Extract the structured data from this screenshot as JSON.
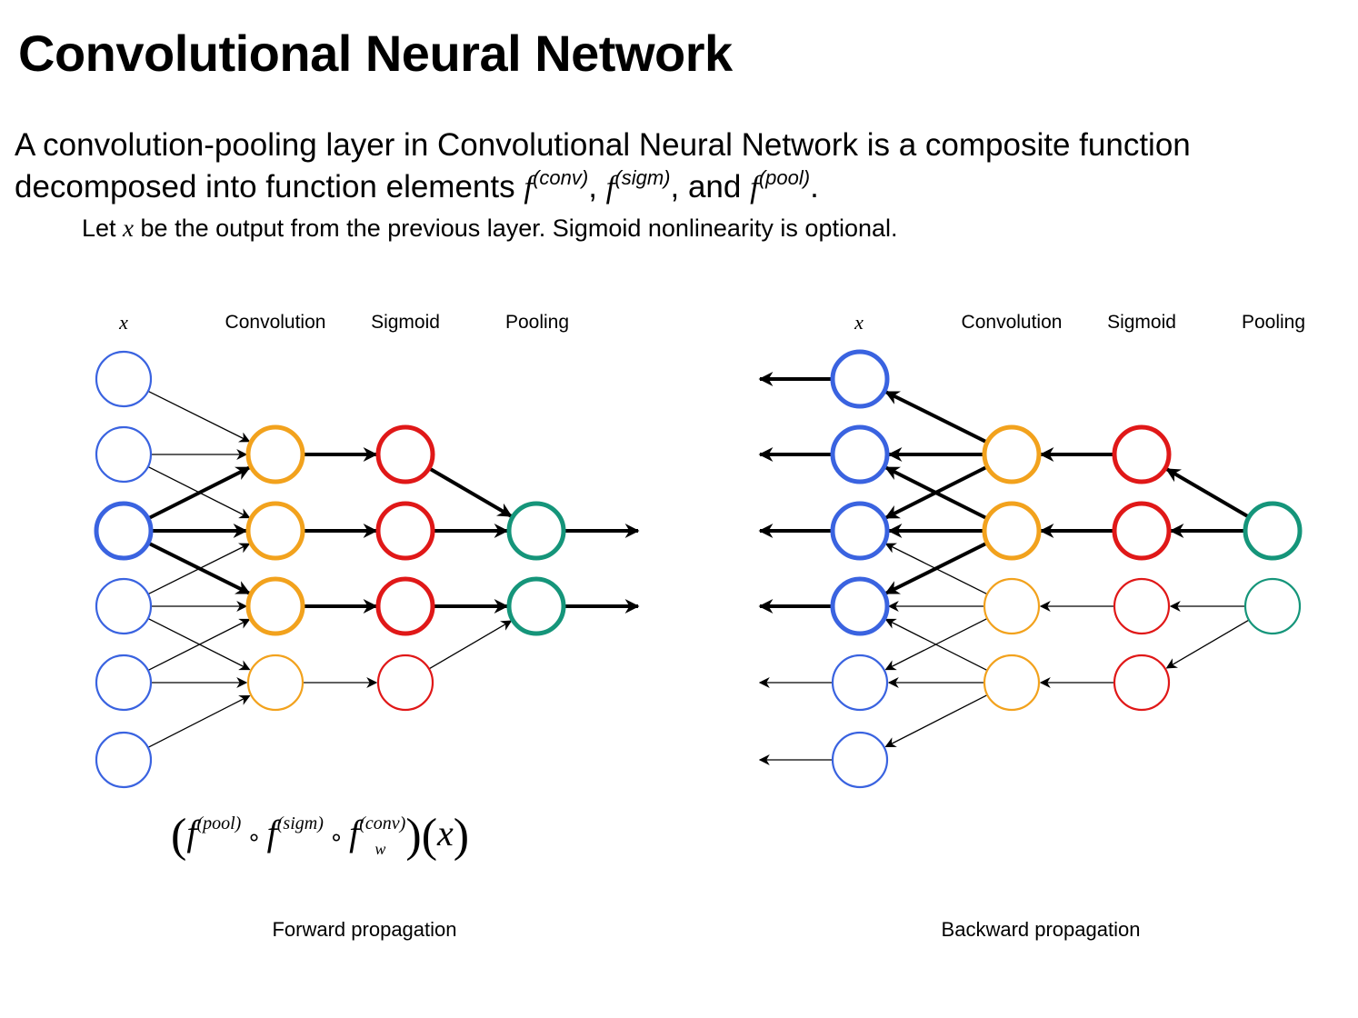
{
  "title": "Convolutional Neural Network",
  "description": {
    "text": "A convolution-pooling layer in Convolutional Neural Network is a composite function decomposed into function elements ",
    "f1_sup": "(conv)",
    "f2_sup": "(sigm)",
    "f3_sup": "(pool)",
    "sep1": ", ",
    "sep2": ", and ",
    "end": ".",
    "f_symbol": "f"
  },
  "note": {
    "prefix": "Let ",
    "var": "x",
    "suffix": " be the output from the previous layer. Sigmoid nonlinearity is optional."
  },
  "forward": {
    "col_labels": {
      "x": "x",
      "conv": "Convolution",
      "sigm": "Sigmoid",
      "pool": "Pooling"
    },
    "caption": "Forward propagation"
  },
  "backward": {
    "col_labels": {
      "x": "x",
      "conv": "Convolution",
      "sigm": "Sigmoid",
      "pool": "Pooling"
    },
    "caption": "Backward propagation"
  },
  "formula": {
    "f": "f",
    "pool_sup": "(pool)",
    "sigm_sup": "(sigm)",
    "conv_sup": "(conv)",
    "w_sub": "w",
    "compose": "∘",
    "arg": "x"
  },
  "colors": {
    "x_nodes": "#3a63e0",
    "conv_nodes": "#f2a21d",
    "sigm_nodes": "#e01818",
    "pool_nodes": "#15957a",
    "edges": "#000000"
  }
}
